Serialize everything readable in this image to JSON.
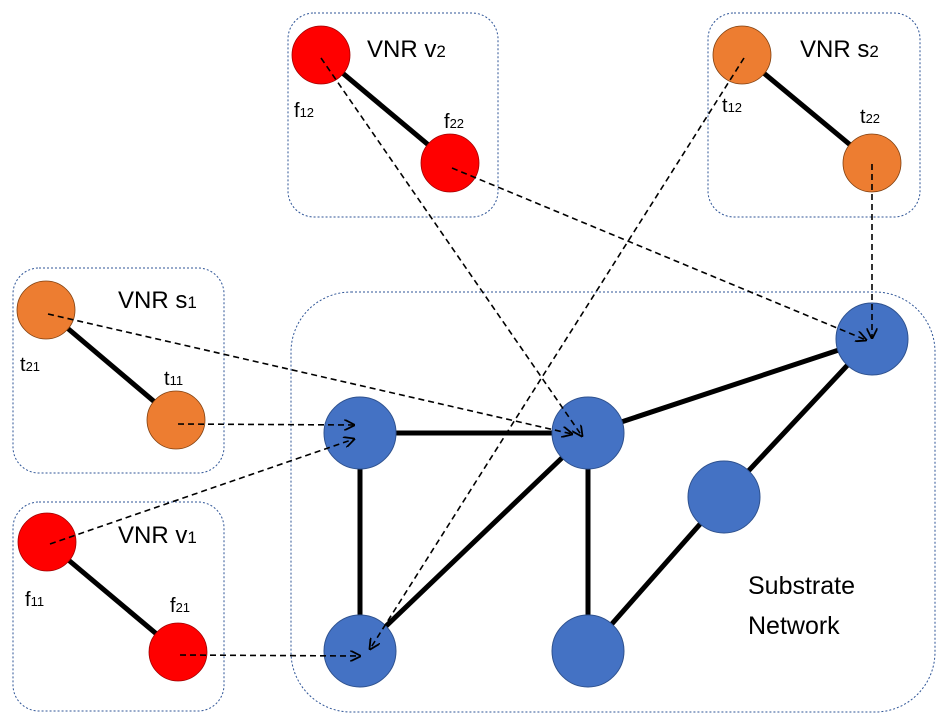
{
  "groups": {
    "vnr_v2": {
      "title": "VNR v",
      "sub": "2"
    },
    "vnr_s2": {
      "title": "VNR s",
      "sub": "2"
    },
    "vnr_s1": {
      "title": "VNR s",
      "sub": "1"
    },
    "vnr_v1": {
      "title": "VNR v",
      "sub": "1"
    },
    "substrate": {
      "line1": "Substrate",
      "line2": "Network"
    }
  },
  "nodes": {
    "f12": {
      "letter": "f",
      "sub": "12"
    },
    "f22": {
      "letter": "f",
      "sub": "22"
    },
    "t12": {
      "letter": "t",
      "sub": "12"
    },
    "t22": {
      "letter": "t",
      "sub": "22"
    },
    "t21": {
      "letter": "t",
      "sub": "21"
    },
    "t11": {
      "letter": "t",
      "sub": "11"
    },
    "f11": {
      "letter": "f",
      "sub": "11"
    },
    "f21": {
      "letter": "f",
      "sub": "21"
    }
  },
  "colors": {
    "red_node": "#ff0000",
    "orange_node": "#ed7d31",
    "blue_node": "#4472c4",
    "box_border": "#2f5597"
  }
}
